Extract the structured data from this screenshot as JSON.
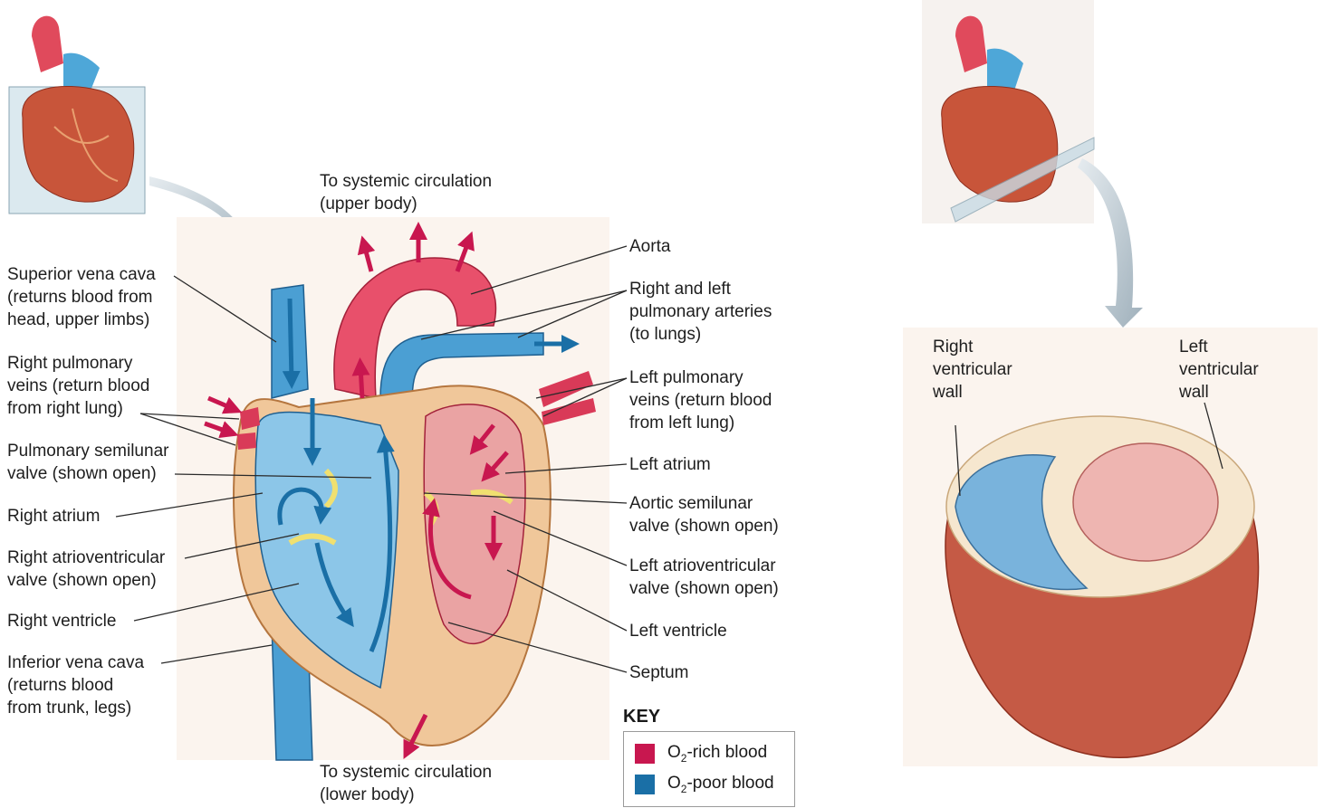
{
  "colors": {
    "o2_rich": "#c8174f",
    "o2_poor": "#1a6fa6",
    "heart_muscle": "#c8553a",
    "septum_tissue": "#f0c79a",
    "panel_bg": "#fbf3ec"
  },
  "labels_top": {
    "systemic_upper": "To systemic circulation\n(upper body)",
    "systemic_lower": "To systemic circulation\n(lower body)"
  },
  "labels_left": {
    "superior_vena_cava": "Superior vena cava\n(returns blood from\nhead, upper limbs)",
    "right_pulmonary_veins": "Right pulmonary\nveins (return blood\nfrom right lung)",
    "pulmonary_semilunar_valve": "Pulmonary semilunar\nvalve (shown open)",
    "right_atrium": "Right atrium",
    "right_av_valve": "Right atrioventricular\nvalve (shown open)",
    "right_ventricle": "Right ventricle",
    "inferior_vena_cava": "Inferior vena cava\n(returns blood\nfrom trunk, legs)"
  },
  "labels_right": {
    "aorta": "Aorta",
    "pulmonary_arteries": "Right and left\npulmonary arteries\n(to lungs)",
    "left_pulmonary_veins": "Left pulmonary\nveins (return blood\nfrom left lung)",
    "left_atrium": "Left atrium",
    "aortic_semilunar_valve": "Aortic semilunar\nvalve (shown open)",
    "left_av_valve": "Left atrioventricular\nvalve (shown open)",
    "left_ventricle": "Left ventricle",
    "septum": "Septum"
  },
  "cross_section": {
    "right_wall": "Right\nventricular\nwall",
    "left_wall": "Left\nventricular\nwall"
  },
  "key": {
    "title": "KEY",
    "rich_prefix": "O",
    "rich_sub": "2",
    "rich_suffix": "-rich blood",
    "poor_prefix": "O",
    "poor_sub": "2",
    "poor_suffix": "-poor blood"
  }
}
